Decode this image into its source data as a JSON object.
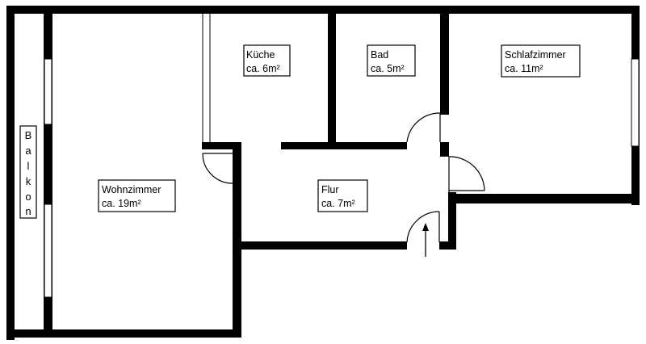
{
  "colors": {
    "wall": "#000000",
    "background": "#ffffff",
    "window": "#ffffff"
  },
  "rooms": {
    "kueche": {
      "name": "Küche",
      "area": "ca. 6m²"
    },
    "bad": {
      "name": "Bad",
      "area": "ca. 5m²"
    },
    "schlafzimmer": {
      "name": "Schlafzimmer",
      "area": "ca. 11m²"
    },
    "wohnzimmer": {
      "name": "Wohnzimmer",
      "area": "ca. 19m²"
    },
    "flur": {
      "name": "Flur",
      "area": "ca. 7m²"
    }
  },
  "balkon": {
    "label": "Balkon",
    "letters": [
      "B",
      "a",
      "l",
      "k",
      "o",
      "n"
    ]
  },
  "icons": {
    "entrance": "entrance-arrow-icon",
    "door": "door-swing-icon",
    "window": "window-icon"
  }
}
